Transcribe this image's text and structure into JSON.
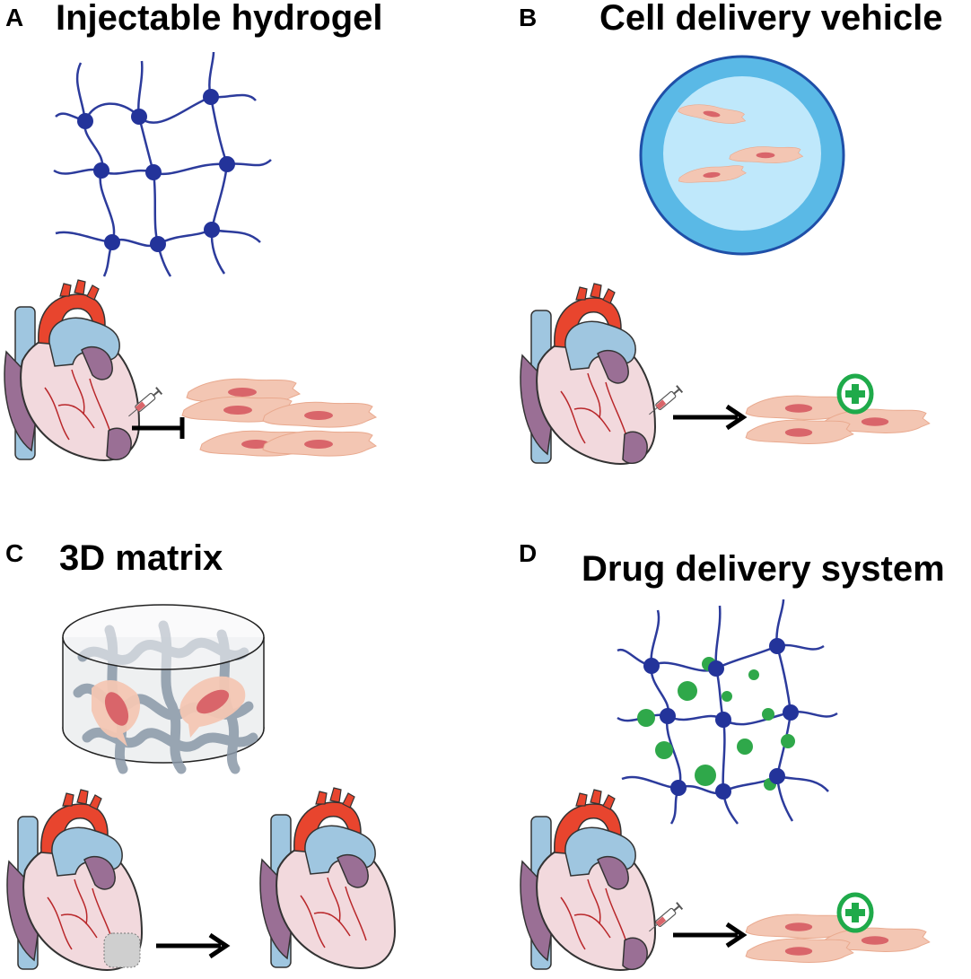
{
  "panels": [
    {
      "letter": "A",
      "title": "Injectable hydrogel"
    },
    {
      "letter": "B",
      "title": "Cell delivery vehicle"
    },
    {
      "letter": "C",
      "title": "3D matrix"
    },
    {
      "letter": "D",
      "title": "Drug delivery system"
    }
  ],
  "colors": {
    "network_node": "#23339a",
    "network_line": "#2c3b9c",
    "cell_body": "#f3c6b3",
    "cell_nucleus": "#d9656a",
    "drug": "#2fa84a",
    "heart_red": "#e8452e",
    "heart_blue": "#9fc6e0",
    "heart_purple": "#9a6f95",
    "heart_pink": "#f2d9dd",
    "vessel": "#b9272a",
    "dish_outer": "#5ab9e6",
    "dish_inner": "#bfe8fb",
    "plus_green": "#1faa4a"
  },
  "icons": [
    "heart-icon",
    "syringe-icon",
    "cell-icon",
    "hydrogel-network-icon",
    "petri-dish-icon",
    "health-plus-icon",
    "arrow-icon",
    "inhibition-icon",
    "matrix-cylinder-icon",
    "drug-particle-icon"
  ]
}
